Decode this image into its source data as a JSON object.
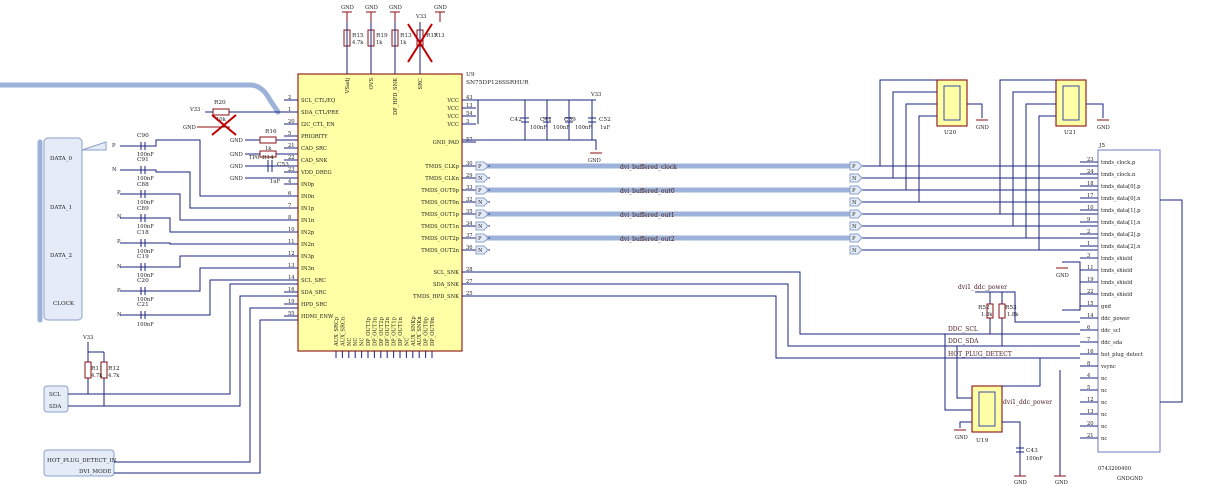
{
  "u_main": {
    "ref": "U9",
    "part": "SN75DP126SSRHUR",
    "left_pins": [
      {
        "num": "2",
        "name": "SCL_CTL/EQ"
      },
      {
        "num": "1",
        "name": "SDA_CTL/PRE"
      },
      {
        "num": "20",
        "name": "I2C_CTL_EN"
      },
      {
        "num": "5",
        "name": "PRIORITY"
      },
      {
        "num": "21",
        "name": "CAD_SRC"
      },
      {
        "num": "22",
        "name": "CAD_SNK"
      },
      {
        "num": "23",
        "name": "VDD_DREG"
      },
      {
        "num": "4",
        "name": "IN0p"
      },
      {
        "num": "6",
        "name": "IN0n"
      },
      {
        "num": "7",
        "name": "IN1p"
      },
      {
        "num": "8",
        "name": "IN1n"
      },
      {
        "num": "10",
        "name": "IN2p"
      },
      {
        "num": "11",
        "name": "IN2n"
      },
      {
        "num": "12",
        "name": "IN3p"
      },
      {
        "num": "13",
        "name": "IN3n"
      },
      {
        "num": "14",
        "name": "SCL_SRC"
      },
      {
        "num": "16",
        "name": "SDA_SRC"
      },
      {
        "num": "19",
        "name": "HPD_SRC"
      },
      {
        "num": "55",
        "name": "HDMI_ENW"
      }
    ],
    "right_pins": [
      {
        "num": "43",
        "name": "VCC"
      },
      {
        "num": "13",
        "name": "VCC"
      },
      {
        "num": "54",
        "name": "VCC"
      },
      {
        "num": "3",
        "name": "VCC"
      },
      {
        "num": "57",
        "name": "GND_PAD"
      },
      {
        "num": "30",
        "name": "TMDS_CLKp"
      },
      {
        "num": "29",
        "name": "TMDS_CLKn"
      },
      {
        "num": "33",
        "name": "TMDS_OUT0p"
      },
      {
        "num": "32",
        "name": "TMDS_OUT0n"
      },
      {
        "num": "35",
        "name": "TMDS_OUT1p"
      },
      {
        "num": "34",
        "name": "TMDS_OUT1n"
      },
      {
        "num": "37",
        "name": "TMDS_OUT2p"
      },
      {
        "num": "36",
        "name": "TMDS_OUT2n"
      },
      {
        "num": "28",
        "name": "SCL_SNK"
      },
      {
        "num": "27",
        "name": "SDA_SNK"
      },
      {
        "num": "25",
        "name": "TMDS_HPD_SNK"
      }
    ],
    "top_pins": [
      "VSadj",
      "OVS",
      "DP_HPD_SNK",
      "SRC"
    ],
    "bottom_pins": [
      "AUX_SRCp",
      "AUX_SRCn",
      "NC",
      "NC",
      "NC",
      "DP_OUT3p",
      "DP_OUT3n",
      "DP_OUT2p",
      "DP_OUT2n",
      "DP_OUT1p",
      "DP_OUT1n",
      "NC",
      "AUX_SNKp",
      "AUX_SNKn",
      "DP_OUT0p",
      "DP_OUT0n"
    ]
  },
  "connector": {
    "ref": "J5",
    "part": "0743200400",
    "pins": [
      {
        "num": "23",
        "name": "tmds_clock.p"
      },
      {
        "num": "24",
        "name": "tmds_clock.n"
      },
      {
        "num": "18",
        "name": "tmds_data[0].p"
      },
      {
        "num": "17",
        "name": "tmds_data[0].n"
      },
      {
        "num": "10",
        "name": "tmds_data[1].p"
      },
      {
        "num": "9",
        "name": "tmds_data[1].n"
      },
      {
        "num": "2",
        "name": "tmds_data[2].p"
      },
      {
        "num": "1",
        "name": "tmds_data[2].n"
      },
      {
        "num": "3",
        "name": "tmds_shield"
      },
      {
        "num": "11",
        "name": "tmds_shield"
      },
      {
        "num": "19",
        "name": "tmds_shield"
      },
      {
        "num": "22",
        "name": "tmds_shield"
      },
      {
        "num": "15",
        "name": "gnd"
      },
      {
        "num": "14",
        "name": "ddc_power"
      },
      {
        "num": "6",
        "name": "ddc_scl"
      },
      {
        "num": "7",
        "name": "ddc_sda"
      },
      {
        "num": "16",
        "name": "hot_plug_detect"
      },
      {
        "num": "8",
        "name": "vsync"
      },
      {
        "num": "4",
        "name": "nc"
      },
      {
        "num": "5",
        "name": "nc"
      },
      {
        "num": "12",
        "name": "nc"
      },
      {
        "num": "13",
        "name": "nc"
      },
      {
        "num": "20",
        "name": "nc"
      },
      {
        "num": "21",
        "name": "nc"
      }
    ],
    "bottom_labels": [
      "GND",
      "GND"
    ]
  },
  "ports": {
    "data0": "DATA_0",
    "data1": "DATA_1",
    "data2": "DATA_2",
    "clock": "CLOCK",
    "scl": "SCL",
    "sda": "SDA",
    "hpd_in": "HOT_PLUG_DETECT_IN",
    "dvi_mode": "DVI_MODE",
    "p": "P",
    "n": "N"
  },
  "nets": {
    "clock": "dvi_buffered_clock",
    "out0": "dvi_buffered_out0",
    "out1": "dvi_buffered_out1",
    "out2": "dvi_buffered_out2",
    "ddc_scl": "DDC_SCL",
    "ddc_sda": "DDC_SDA",
    "hpd": "HOT_PLUG_DETECT",
    "ddc_power": "dvi1_ddc_power",
    "ddc_power2": "dvi1_ddc_power"
  },
  "power": {
    "gnd": "GND",
    "v33": "V33",
    "v33b": "V33"
  },
  "parts": {
    "r15": {
      "ref": "R15",
      "val": "4.7k"
    },
    "r19": {
      "ref": "R19",
      "val": "1k"
    },
    "r13": {
      "ref": "R13",
      "val": "1k"
    },
    "r17": {
      "ref": "R17",
      "val": "R13"
    },
    "r20": {
      "ref": "R20",
      "val": "10k"
    },
    "r16": {
      "ref": "R16",
      "val": "1k"
    },
    "r14": {
      "ref": "R14",
      "val": "TP0"
    },
    "c53": {
      "ref": "C53",
      "val": "1uF"
    },
    "c42": {
      "ref": "C42",
      "val": "100nF"
    },
    "c41": {
      "ref": "C41",
      "val": "100nF"
    },
    "c39": {
      "ref": "C39",
      "val": "100nF"
    },
    "c52": {
      "ref": "C52",
      "val": "1uF"
    },
    "c90": {
      "ref": "C90",
      "val": "100nF"
    },
    "c91": {
      "ref": "C91",
      "val": "100nF"
    },
    "c88": {
      "ref": "C88",
      "val": "100nF"
    },
    "c89": {
      "ref": "C89",
      "val": "100nF"
    },
    "c18": {
      "ref": "C18",
      "val": "100nF"
    },
    "c19": {
      "ref": "C19",
      "val": "100nF"
    },
    "c20": {
      "ref": "C20",
      "val": "100nF"
    },
    "c21": {
      "ref": "C21",
      "val": "100nF"
    },
    "r11": {
      "ref": "R11",
      "val": "4.7k"
    },
    "r12": {
      "ref": "R12",
      "val": "4.7k"
    },
    "r52": {
      "ref": "R52",
      "val": "1.8k"
    },
    "r53": {
      "ref": "R53",
      "val": "1.8k"
    },
    "c43": {
      "ref": "C43",
      "val": "100nF"
    },
    "u20": {
      "ref": "U20"
    },
    "u21": {
      "ref": "U21"
    },
    "u19": {
      "ref": "U19"
    }
  }
}
